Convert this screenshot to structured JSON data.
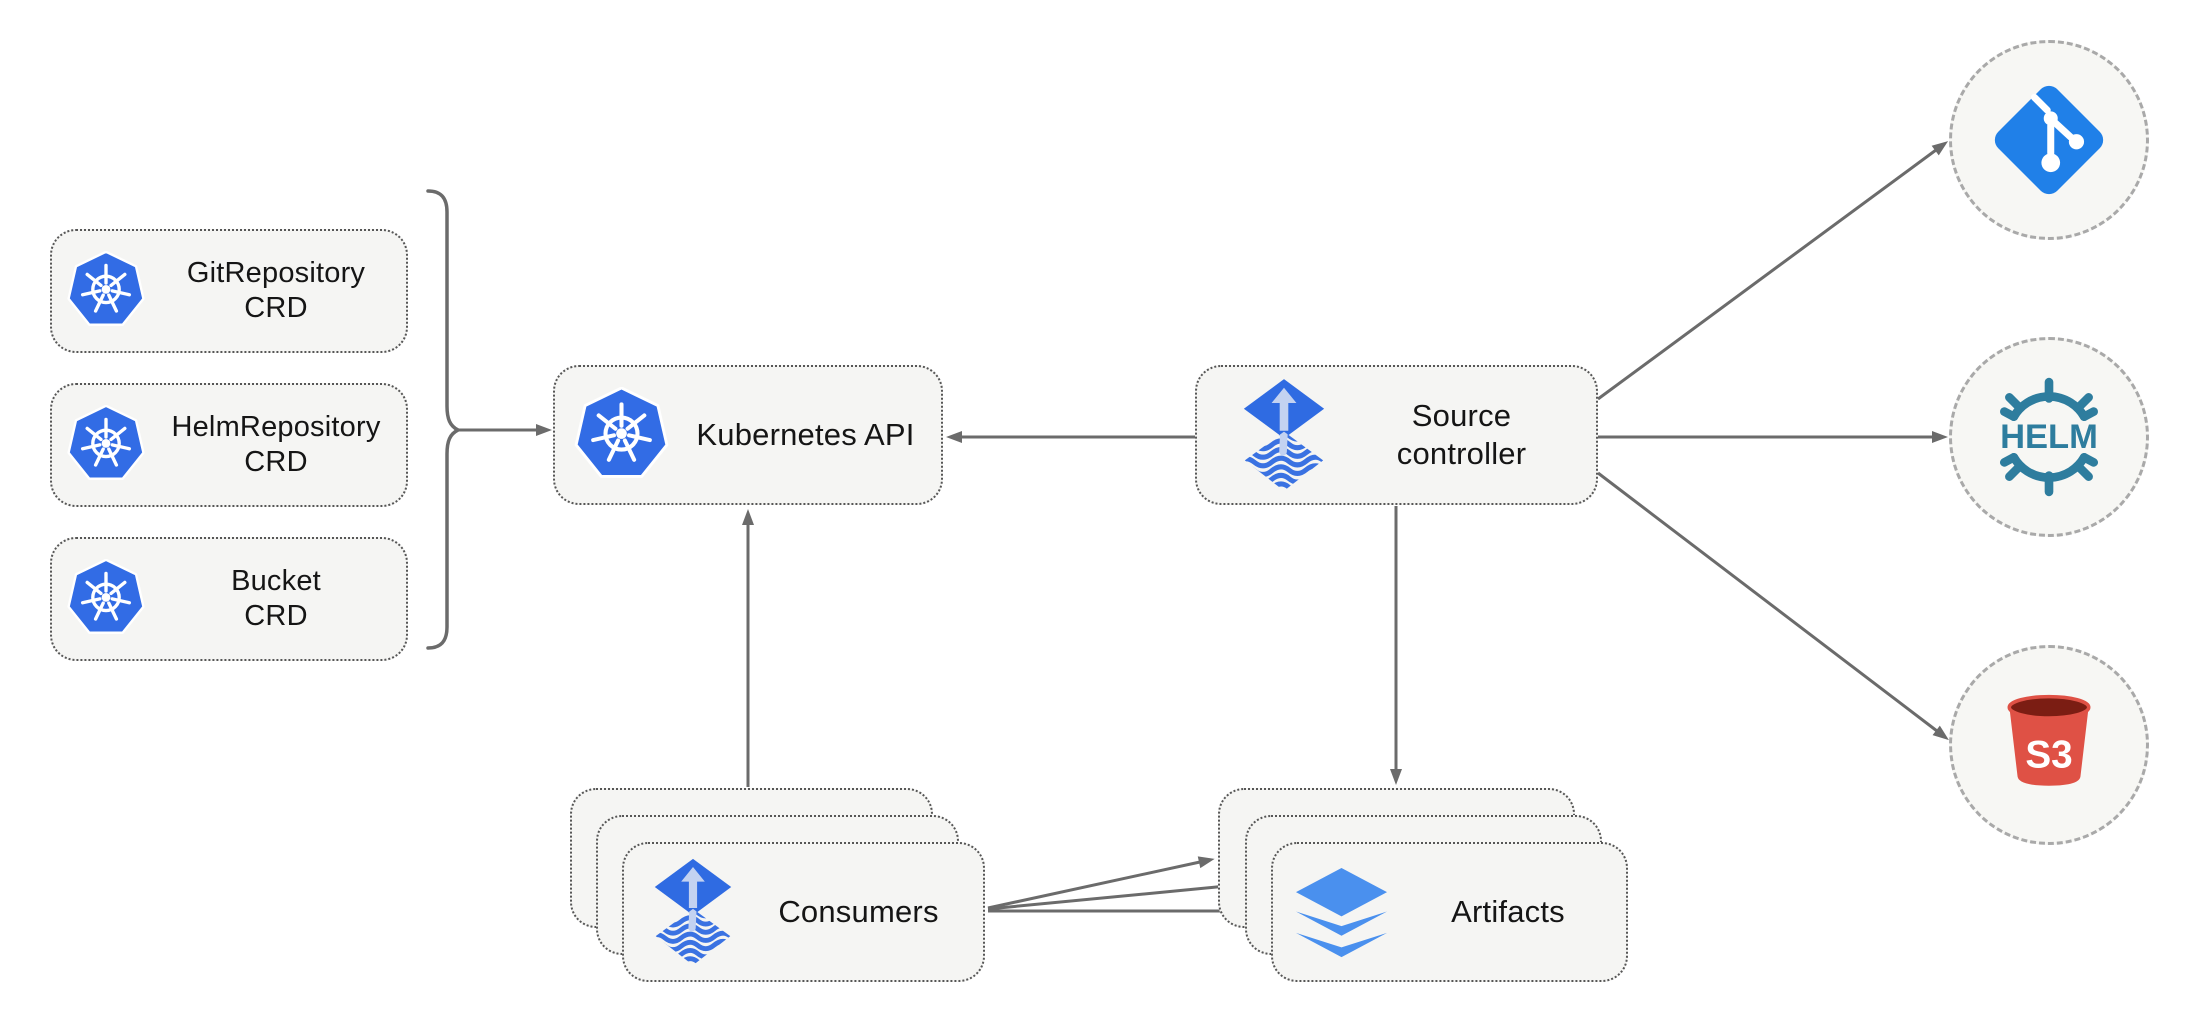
{
  "diagram": {
    "type": "flux-source-controller-architecture",
    "crd_nodes": [
      {
        "line1": "GitRepository",
        "line2": "CRD",
        "icon": "kubernetes-icon"
      },
      {
        "line1": "HelmRepository",
        "line2": "CRD",
        "icon": "kubernetes-icon"
      },
      {
        "line1": "Bucket",
        "line2": "CRD",
        "icon": "kubernetes-icon"
      }
    ],
    "kubernetes_api": {
      "label": "Kubernetes API",
      "icon": "kubernetes-icon"
    },
    "source_controller": {
      "line1": "Source",
      "line2": "controller",
      "icon": "flux-icon"
    },
    "consumers": {
      "label": "Consumers",
      "icon": "flux-icon",
      "stack_count": 3
    },
    "artifacts": {
      "label": "Artifacts",
      "icon": "layers-icon",
      "stack_count": 3
    },
    "external_endpoints": [
      {
        "name": "git",
        "icon": "git-icon",
        "text": ""
      },
      {
        "name": "helm",
        "icon": "helm-icon",
        "text": "HELM"
      },
      {
        "name": "s3",
        "icon": "s3-bucket-icon",
        "text": "S3"
      }
    ],
    "edges": [
      {
        "from": "crd-group",
        "to": "kubernetes-api"
      },
      {
        "from": "source-controller",
        "to": "kubernetes-api"
      },
      {
        "from": "consumers",
        "to": "kubernetes-api"
      },
      {
        "from": "source-controller",
        "to": "artifacts"
      },
      {
        "from": "source-controller",
        "to": "git"
      },
      {
        "from": "source-controller",
        "to": "helm"
      },
      {
        "from": "source-controller",
        "to": "s3"
      },
      {
        "from": "consumers",
        "to": "artifacts",
        "count": 3
      }
    ],
    "colors": {
      "kubernetes_blue": "#326CE5",
      "flux_blue": "#2F6BE2",
      "flux_arrow_light": "#C3D2F1",
      "layers_blue": "#4A90EE",
      "git_blue": "#2080E8",
      "helm_teal": "#2E7D9E",
      "s3_red": "#DF5145",
      "s3_dark_red": "#7B1D13",
      "line_gray": "#6B6B6B",
      "node_fill": "#F5F5F3"
    }
  }
}
